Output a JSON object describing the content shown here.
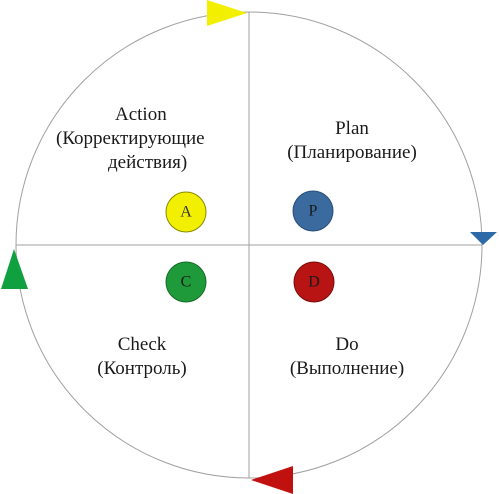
{
  "cycle": {
    "quadrants": {
      "action": {
        "title": "Action",
        "subtitle": "(Корректирующие",
        "subtitle2": "действия)",
        "letter": "A",
        "color": "#f2f000"
      },
      "plan": {
        "title": "Plan",
        "subtitle": "(Планирование)",
        "letter": "P",
        "color": "#3a6a9e"
      },
      "check": {
        "title": "Check",
        "subtitle": "(Контроль)",
        "letter": "C",
        "color": "#1f9a3a"
      },
      "do": {
        "title": "Do",
        "subtitle": "(Выполнение)",
        "letter": "D",
        "color": "#b81414"
      }
    },
    "arrows": {
      "top": {
        "color": "#f2f000",
        "direction": "right"
      },
      "right": {
        "color": "#2f6aa8",
        "direction": "down"
      },
      "bottom": {
        "color": "#c01010",
        "direction": "left"
      },
      "left": {
        "color": "#10a040",
        "direction": "up"
      }
    },
    "line_color": "#a0a0a0"
  }
}
